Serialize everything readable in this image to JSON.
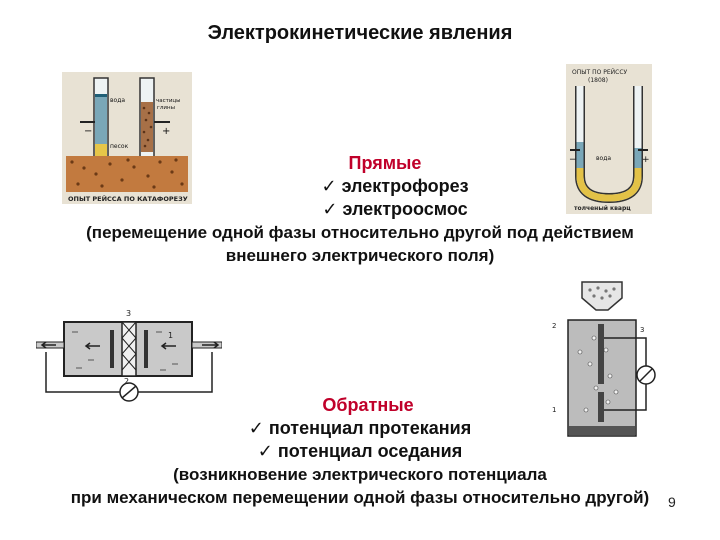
{
  "title": "Электрокинетические явления",
  "direct": {
    "heading": "Прямые",
    "items": [
      "электрофорез",
      "электроосмос"
    ],
    "note_line1": "(перемещение одной фазы относительно другой под действием",
    "note_line2": "внешнего электрического поля)"
  },
  "inverse": {
    "heading": "Обратные",
    "items": [
      "потенциал протекания",
      "потенциал оседания"
    ],
    "note_line1": "(возникновение электрического потенциала",
    "note_line2": "при механическом перемещении одной фазы относительно другой)"
  },
  "check_mark": "✓",
  "fig1": {
    "label_water": "вода",
    "label_particles1": "частицы",
    "label_particles2": "глины",
    "label_sand": "песок",
    "caption": "ОПЫТ РЕЙССА ПО КАТАФОРЕЗУ"
  },
  "fig2": {
    "top_label1": "ОПЫТ ПО РЕЙССУ",
    "top_label2": "(1808)",
    "label_water": "вода",
    "caption": "толченый кварц"
  },
  "fig3": {
    "label_3": "3",
    "label_1": "1",
    "label_2": "2"
  },
  "fig4": {
    "label_2a": "2",
    "label_3": "3",
    "label_1": "1"
  },
  "page_number": "9"
}
